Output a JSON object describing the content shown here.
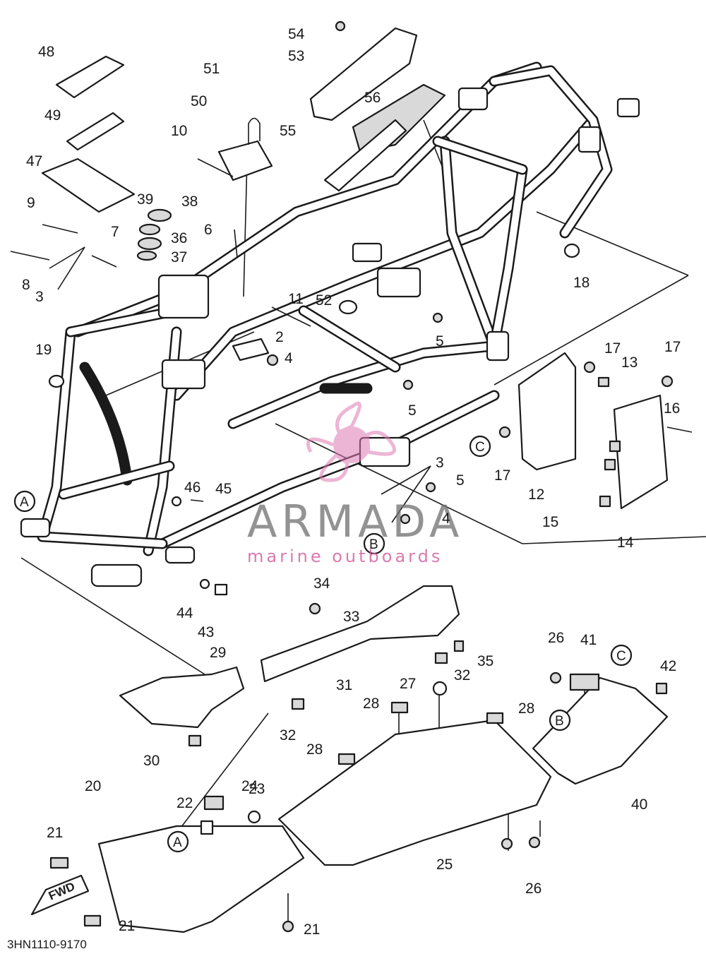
{
  "diagram": {
    "part_numbers": [
      "2",
      "3",
      "3",
      "4",
      "4",
      "5",
      "5",
      "5",
      "5",
      "6",
      "7",
      "8",
      "9",
      "10",
      "11",
      "12",
      "13",
      "14",
      "15",
      "16",
      "17",
      "17",
      "17",
      "18",
      "19",
      "20",
      "21",
      "21",
      "21",
      "22",
      "23",
      "24",
      "25",
      "26",
      "26",
      "27",
      "28",
      "28",
      "28",
      "29",
      "30",
      "31",
      "32",
      "32",
      "33",
      "34",
      "35",
      "36",
      "37",
      "38",
      "39",
      "40",
      "41",
      "42",
      "43",
      "44",
      "45",
      "46",
      "47",
      "48",
      "49",
      "50",
      "51",
      "52",
      "53",
      "54",
      "55",
      "56"
    ],
    "reference_letters": [
      "A",
      "A",
      "B",
      "B",
      "C",
      "C"
    ],
    "drawing_code": "3HN1110-9170",
    "fwd_arrow_label": "FWD"
  },
  "watermark": {
    "brand": "ARMADA",
    "tagline": "marine outboards",
    "accent_color": "#e07ab4"
  }
}
